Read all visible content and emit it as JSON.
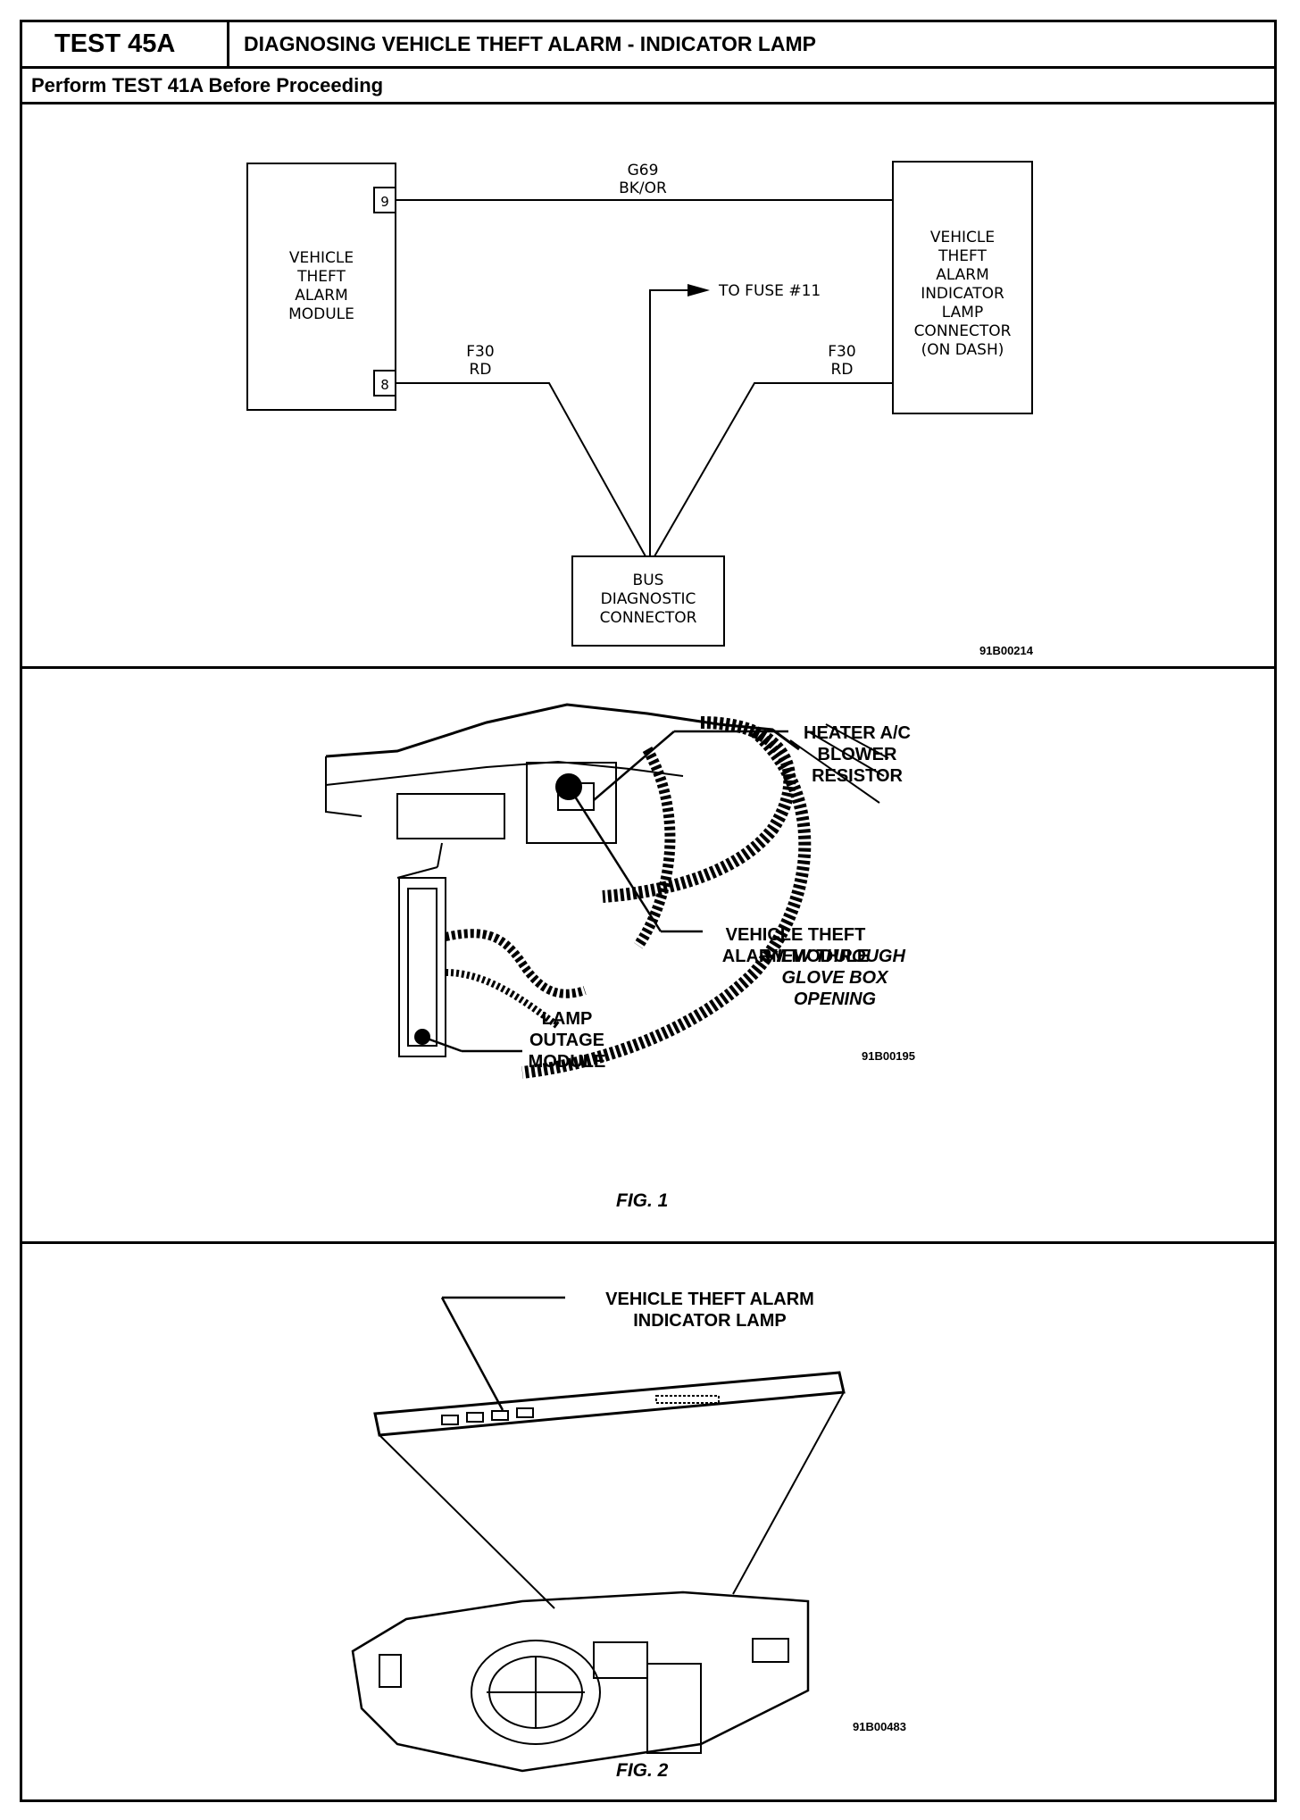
{
  "header": {
    "test_id": "TEST 45A",
    "title": "DIAGNOSING VEHICLE THEFT ALARM - INDICATOR LAMP",
    "prerequisite": "Perform TEST 41A Before Proceeding"
  },
  "schematic": {
    "module_box": {
      "line1": "VEHICLE",
      "line2": "THEFT",
      "line3": "ALARM",
      "line4": "MODULE"
    },
    "pin_top": "9",
    "pin_bottom": "8",
    "wire_top": {
      "circuit": "G69",
      "color": "BK/OR"
    },
    "wire_left": {
      "circuit": "F30",
      "color": "RD"
    },
    "wire_right": {
      "circuit": "F30",
      "color": "RD"
    },
    "fuse_label": "TO FUSE #11",
    "connector_box": {
      "line1": "VEHICLE",
      "line2": "THEFT",
      "line3": "ALARM",
      "line4": "INDICATOR",
      "line5": "LAMP",
      "line6": "CONNECTOR",
      "line7": "(ON DASH)"
    },
    "bus_box": {
      "line1": "BUS",
      "line2": "DIAGNOSTIC",
      "line3": "CONNECTOR"
    },
    "ref_code": "91B00214"
  },
  "fig1": {
    "heater_label": {
      "line1": "HEATER A/C",
      "line2": "BLOWER",
      "line3": "RESISTOR"
    },
    "view_label": {
      "line1": "VIEW THROUGH",
      "line2": "GLOVE BOX",
      "line3": "OPENING"
    },
    "module_label": {
      "line1": "VEHICLE THEFT",
      "line2": "ALARM MODULE"
    },
    "lamp_outage_label": {
      "line1": "LAMP",
      "line2": "OUTAGE",
      "line3": "MODULE"
    },
    "ref_code": "91B00195",
    "caption": "FIG. 1"
  },
  "fig2": {
    "lamp_label": {
      "line1": "VEHICLE THEFT ALARM",
      "line2": "INDICATOR LAMP"
    },
    "ref_code": "91B00483",
    "caption": "FIG. 2"
  }
}
